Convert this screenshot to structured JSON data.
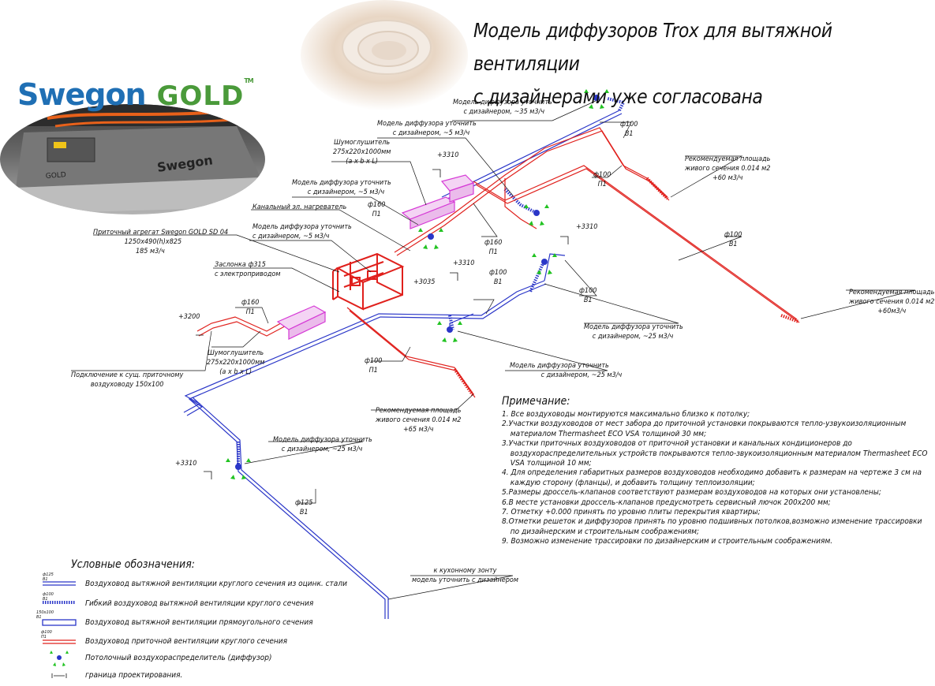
{
  "header": {
    "title_line1": "Модель диффузоров Trox для вытяжной вентиляции",
    "title_line2": "с дизайнерами уже согласована"
  },
  "brand": {
    "name": "Swegon",
    "suffix": "GOLD",
    "tm": "TM",
    "unit_label": "GOLD"
  },
  "labels": {
    "diff_top": "Модель диффузора уточнить",
    "diff_top_sub": "с дизайнером, ~35 м3/ч",
    "diff_5a": "Модель диффузора уточнить",
    "diff_5a_sub": "с дизайнером, ~5 м3/ч",
    "muffler_top": "Шумоглушитель",
    "muffler_top_dims": "275x220x1000мм",
    "muffler_top_axb": "(a x b x L)",
    "elev_3310_a": "+3310",
    "diff_5b": "Модель диффузора уточнить",
    "diff_5b_sub": "с дизайнером, ~5 м3/ч",
    "heater": "Канальный эл. нагреватель",
    "phi160_p1_a": "ф160",
    "p1_a": "П1",
    "ahu": "Приточный агрегат Swegon GOLD SD 04",
    "ahu_dims": "1250x490(h)x825",
    "ahu_flow": "185 м3/ч",
    "diff_5c": "Модель диффузора уточнить",
    "diff_5c_sub": "с дизайнером, ~5 м3/ч",
    "damper": "Заслонка ф315",
    "damper_sub": "с электроприводом",
    "phi160_p1_b": "ф160",
    "p1_b": "П1",
    "elev_3200": "+3200",
    "elev_3035": "+3035",
    "elev_3310_b": "+3310",
    "phi160_p1_c": "ф160",
    "p1_c": "П1",
    "phi100_b1_a": "ф100",
    "b1_a": "В1",
    "phi100_p1_d": "ф100",
    "p1_d": "П1",
    "rec_area_a": "Рекомендуемая площадь",
    "rec_area_a_sub": "живого сечения 0.014 м2",
    "rec_area_a_flow": "+60 м3/ч",
    "phi100_top": "ф100",
    "b1_top": "В1",
    "phi100_p1_e": "ф100",
    "p1_e": "П1",
    "elev_3310_c": "+3310",
    "phi100_b1_b": "ф100",
    "b1_b": "В1",
    "phi100_b1_c": "ф100",
    "b1_c": "В1",
    "rec_area_b": "Рекомендуемая площадь",
    "rec_area_b_sub": "живого сечения 0.014 м2",
    "rec_area_b_flow": "+60м3/ч",
    "diff_25a": "Модель диффузора уточнить",
    "diff_25a_sub": "с дизайнером, ~25 м3/ч",
    "muffler_bot": "Шумоглушитель",
    "muffler_bot_dims": "275x220x1000мм",
    "muffler_bot_axb": "(a x b x L)",
    "connect": "Подключение к сущ. приточному",
    "connect_sub": "воздуховоду 150x100",
    "phi100_p1_f": "ф100",
    "p1_f": "П1",
    "diff_25b": "Модель диффузора уточнить",
    "diff_25b_sub": "с дизайнером, ~25 м3/ч",
    "rec_area_c": "Рекомендуемая площадь",
    "rec_area_c_sub": "живого сечения 0.014 м2",
    "rec_area_c_flow": "+65 м3/ч",
    "diff_25c": "Модель диффузора уточнить",
    "diff_25c_sub": "с дизайнером, ~25 м3/ч",
    "elev_3310_d": "+3310",
    "phi125": "ф125",
    "b1_d": "В1",
    "kitchen": "к кухонному зонту",
    "kitchen_sub": "модель уточнить с дизайнером"
  },
  "notes": {
    "heading": "Примечание:",
    "items": [
      "1. Все воздуховоды монтируются максимально близко к потолку;",
      "2.Участки воздуховодов от мест забора  до приточной установки покрываются тепло-узвукоизоляционным материалом Thermasheet ECO VSA  толщиной 30 мм;",
      "3.Участки приточных воздуховодов от приточной установки и канальных кондиционеров  до воздухораспределительных устройств покрываются тепло-звукоизоляционным материалом Thermasheet ECO VSA  толщиной 10 мм;",
      "4. Для определения габаритных размеров воздуховодов необходимо добавить к размерам на чертеже 3 см на каждую сторону (фланцы), и добавить толщину теплоизоляции;",
      "5.Размеры дроссель-клапанов соответствуют размерам воздуховодов на которых они установлены;",
      "6.В месте установки дроссель-клапанов предусмотреть сервисный лючок 200x200 мм;",
      "7. Отметку +0.000 принять по уровню плиты перекрытия квартиры;",
      "8.Отметки решеток и диффузоров принять по уровню подшивных потолков,возможно изменение трассировки по дизайнерским и строительным соображениям;",
      "9. Возможно изменение трассировки по дизайнерским и строительным соображениям."
    ]
  },
  "legend": {
    "title": "Условные обозначения:",
    "items": [
      {
        "code_top": "ф125",
        "code_bot": "В1",
        "text": "Воздуховод вытяжной вентиляции круглого сечения из оцинк. стали"
      },
      {
        "code_top": "ф100",
        "code_bot": "В1",
        "text": "Гибкий воздуховод вытяжной вентиляции круглого сечения"
      },
      {
        "code_top": "150x100",
        "code_bot": "В1",
        "text": "Воздуховод вытяжной вентиляции прямоугольного сечения"
      },
      {
        "code_top": "ф100",
        "code_bot": "П1",
        "text": "Воздуховод приточной вентиляции круглого сечения"
      },
      {
        "code_top": "",
        "code_bot": "",
        "text": "Потолочный воздухораспределитель (диффузор)"
      },
      {
        "code_top": "",
        "code_bot": "",
        "text": "граница проектирования."
      }
    ]
  },
  "colors": {
    "supply": "#e0201c",
    "exhaust": "#2a36c8",
    "equipment": "#d63ad6",
    "diffuser": "#22c322",
    "brand_blue": "#1f6fb4",
    "brand_green": "#4a9a3a"
  }
}
